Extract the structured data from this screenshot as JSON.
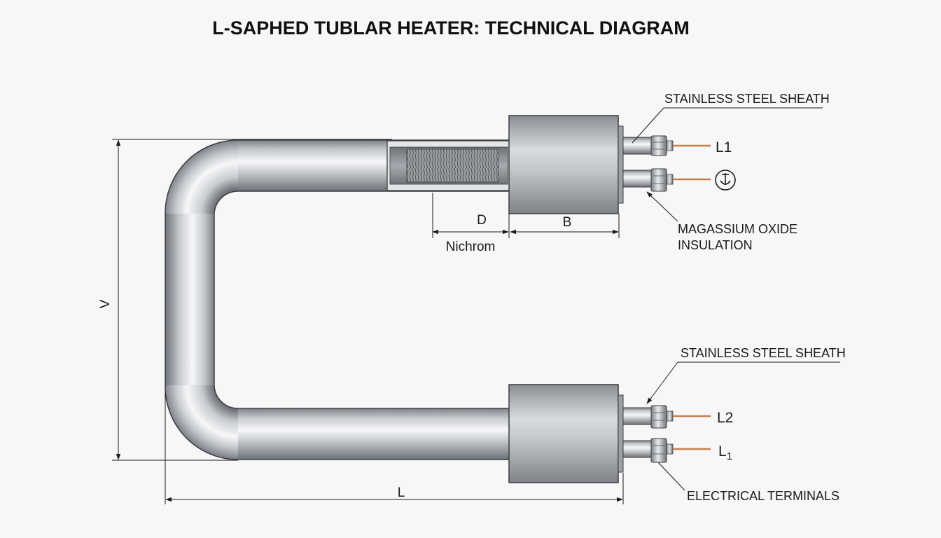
{
  "title": "L-SAPHED TUBLAR HEATER: TECHNICAL DIAGRAM",
  "callouts": {
    "sheath_top": "STAINLESS STEEL SHEATH",
    "insulation_line1": "MAGASSIUM OXIDE",
    "insulation_line2": "INSULATION",
    "sheath_bottom": "STAINLESS STEEL SHEATH",
    "electrical_terminals": "ELECTRICAL TERMINALS",
    "nichrome": "Nichrom"
  },
  "dimensions": {
    "d": "D",
    "b": "B",
    "v": "V",
    "l": "L"
  },
  "terminals": {
    "top_1": "L1",
    "top_2_symbol": "⏚",
    "bottom_1": "L2",
    "bottom_2_main": "L",
    "bottom_2_sub": "1"
  },
  "colors": {
    "steel_light": "#f4f5f7",
    "steel_mid": "#b9bdc2",
    "steel_dark": "#6f747a",
    "copper": "#c77f4e",
    "line": "#1a1a1a"
  }
}
